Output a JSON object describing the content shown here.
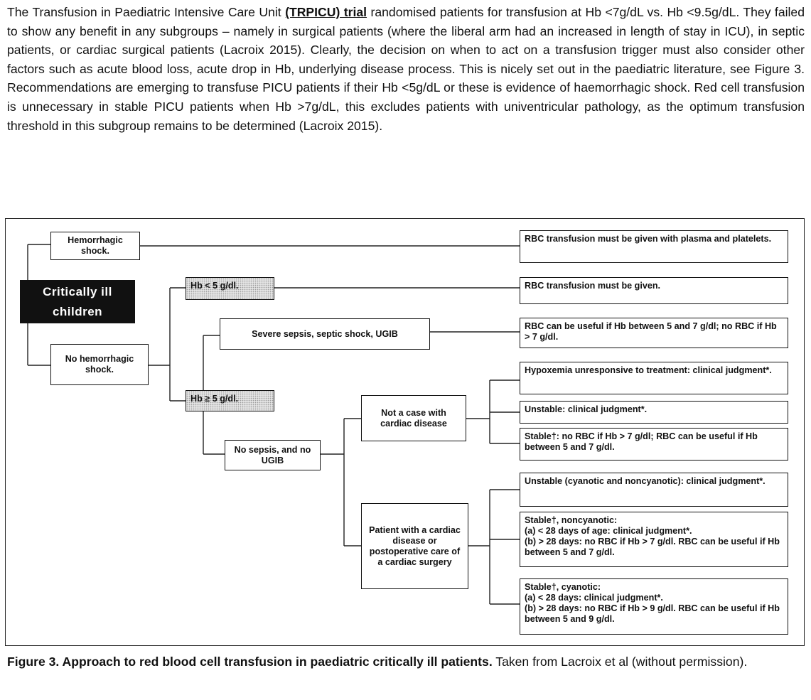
{
  "paragraph": {
    "before_link": "The Transfusion in Paediatric Intensive Care Unit ",
    "link": "(TRPICU) trial",
    "after_link": " randomised patients for transfusion at Hb <7g/dL vs. Hb <9.5g/dL. They failed to show any benefit in any subgroups – namely in surgical patients (where the liberal arm had an increased in length of stay in ICU), in septic patients, or cardiac surgical patients (Lacroix 2015). Clearly, the decision on when to act on a transfusion trigger must also consider other factors such as acute blood loss, acute drop in Hb, underlying disease process. This is nicely set out in the paediatric literature, see Figure 3. Recommendations are emerging to transfuse PICU patients if their Hb <5g/dL or these is evidence of haemorrhagic shock. Red cell transfusion is unnecessary in stable PICU patients when Hb >7g/dL, this excludes patients with univentricular pathology, as the optimum transfusion threshold in this subgroup remains to be determined (Lacroix 2015)."
  },
  "flowchart": {
    "hemorrhagic_shock": "Hemorrhagic shock.",
    "critically_ill": "Critically ill children",
    "no_hemorrhagic_shock": "No hemorrhagic shock.",
    "hb_lt_5": "Hb < 5 g/dl.",
    "hb_ge_5": "Hb ≥ 5 g/dl.",
    "severe_sepsis": "Severe sepsis, septic shock, UGIB",
    "no_sepsis": "No sepsis, and no UGIB",
    "not_cardiac": "Not a case with cardiac disease",
    "cardiac_patient": "Patient with a cardiac disease or postoperative care of a cardiac surgery",
    "out_plasma": "RBC transfusion must be given with plasma and platelets.",
    "out_must": "RBC transfusion must be given.",
    "out_sepsis": "RBC can be useful if Hb between 5 and 7 g/dl; no RBC if Hb > 7 g/dl.",
    "out_hypox": "Hypoxemia unresponsive to treatment: clinical judgment*.",
    "out_unstable": "Unstable: clinical judgment*.",
    "out_stable_nc": "Stable†: no RBC if Hb > 7 g/dl; RBC can be useful if Hb between 5 and 7 g/dl.",
    "out_unstable_cyan": "Unstable (cyanotic and noncyanotic): clinical judgment*.",
    "out_stable_noncyan": {
      "l1": "Stable†, noncyanotic:",
      "l2": "(a) < 28 days of age: clinical judgment*.",
      "l3": "(b) > 28 days: no RBC if Hb > 7 g/dl. RBC can be useful if Hb between 5 and 7 g/dl."
    },
    "out_stable_cyan": {
      "l1": "Stable†, cyanotic:",
      "l2": "(a) < 28 days: clinical judgment*.",
      "l3": "(b) > 28 days: no RBC if Hb > 9 g/dl. RBC can be useful if Hb between 5 and 9 g/dl."
    }
  },
  "caption": {
    "bold": "Figure 3.  Approach to red blood cell transfusion in paediatric critically ill patients.",
    "rest": "  Taken from Lacroix et al (without permission)."
  }
}
